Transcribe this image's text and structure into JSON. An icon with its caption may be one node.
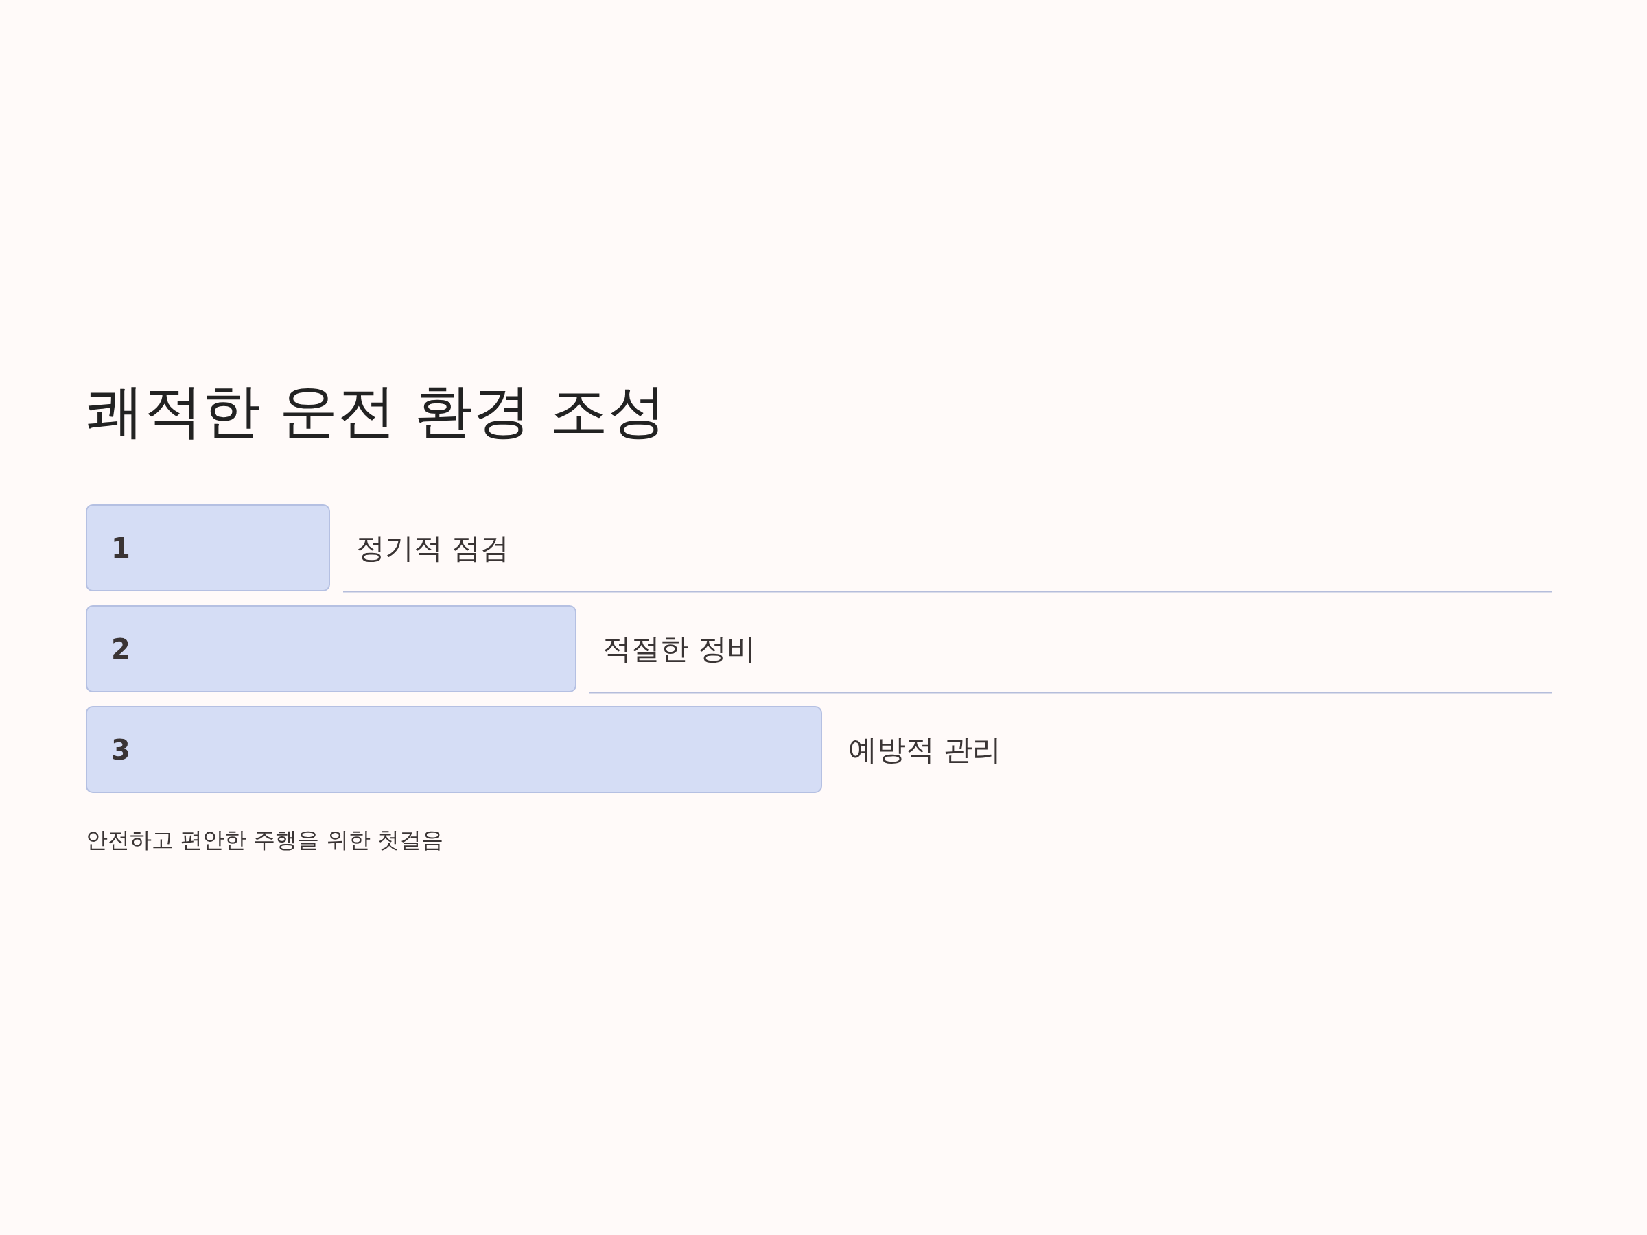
{
  "diagram": {
    "title": "쾌적한 운전 환경 조성",
    "nodes": [
      {
        "text": [
          "1"
        ],
        "beside": [
          "정기적 점검"
        ]
      },
      {
        "text": [
          "2"
        ],
        "beside": [
          "적절한 정비"
        ]
      },
      {
        "text": [
          "3"
        ],
        "beside": [
          "예방적 관리"
        ]
      }
    ],
    "caption": "안전하고 편안한 주행을 위한 첫걸음"
  }
}
